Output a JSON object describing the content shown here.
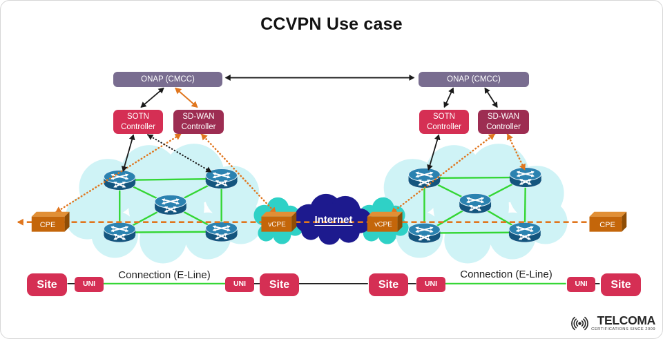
{
  "title": "CCVPN Use case",
  "nodes": {
    "onap": "ONAP (CMCC)",
    "sotn": "SOTN Controller",
    "sdwan": "SD-WAN Controller",
    "cpe": "CPE",
    "vcpe": "vCPE",
    "internet": "Internet",
    "site": "Site",
    "uni": "UNI"
  },
  "labels": {
    "connection": "Connection (E-Line)"
  },
  "logo": {
    "brand": "TELCOMA",
    "tagline": "CERTIFICATIONS SINCE 2009"
  },
  "colors": {
    "onap_box": "#796d90",
    "sotn_box": "#d52f54",
    "sdwan_box": "#9d2d52",
    "site_box": "#d52f54",
    "cpe_box_front": "#c4660a",
    "cpe_box_top": "#e18f35",
    "cpe_box_side": "#8f4d05",
    "network_cloud": "#cff3f6",
    "vcpe_cloud": "#2fd1c6",
    "internet_cloud": "#1d1a8e",
    "router_body": "#14557e",
    "router_top": "#2b82b0",
    "link_green": "#33d633",
    "link_orange": "#e0761e",
    "link_black": "#1a1a1a"
  }
}
